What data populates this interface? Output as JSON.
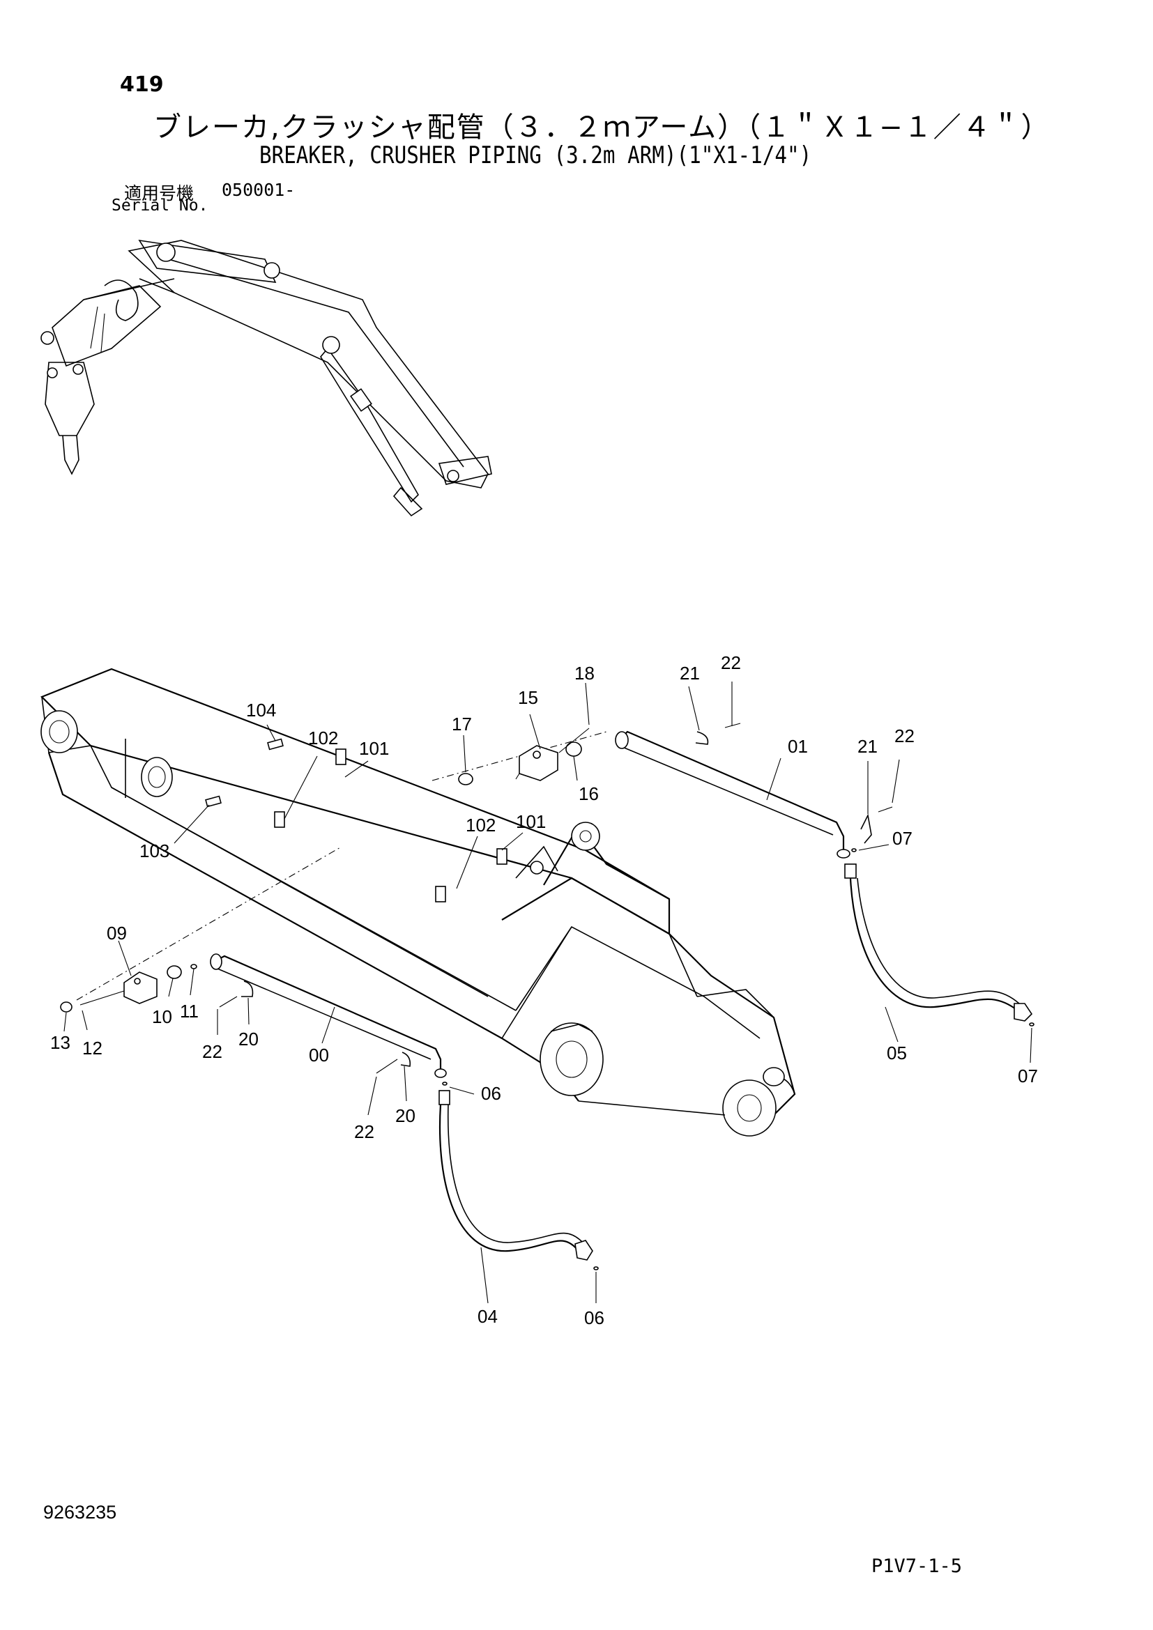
{
  "header": {
    "page_number": "419",
    "title_ja": "ブレーカ,クラッシャ配管（３．２ｍアーム）（１＂Ｘ１−１／４＂）",
    "title_en": "BREAKER, CRUSHER PIPING (3.2m ARM)(1\"X1-1/4\")",
    "serial_label_ja": "適用号機",
    "serial_number": "050001-",
    "serial_label_en": "Serial No."
  },
  "callouts": {
    "c104": "104",
    "c102a": "102",
    "c101a": "101",
    "c103": "103",
    "c17": "17",
    "c15": "15",
    "c18": "18",
    "c16": "16",
    "c21a": "21",
    "c22a": "22",
    "c01": "01",
    "c21b": "21",
    "c22b": "22",
    "c07a": "07",
    "c102b": "102",
    "c101b": "101",
    "c09": "09",
    "c10": "10",
    "c11": "11",
    "c13": "13",
    "c12": "12",
    "c22c": "22",
    "c20a": "20",
    "c00": "00",
    "c06a": "06",
    "c22d": "22",
    "c20b": "20",
    "c05": "05",
    "c07b": "07",
    "c04": "04",
    "c06b": "06"
  },
  "footer": {
    "doc_code": "9263235",
    "page_code": "P1V7-1-5"
  }
}
